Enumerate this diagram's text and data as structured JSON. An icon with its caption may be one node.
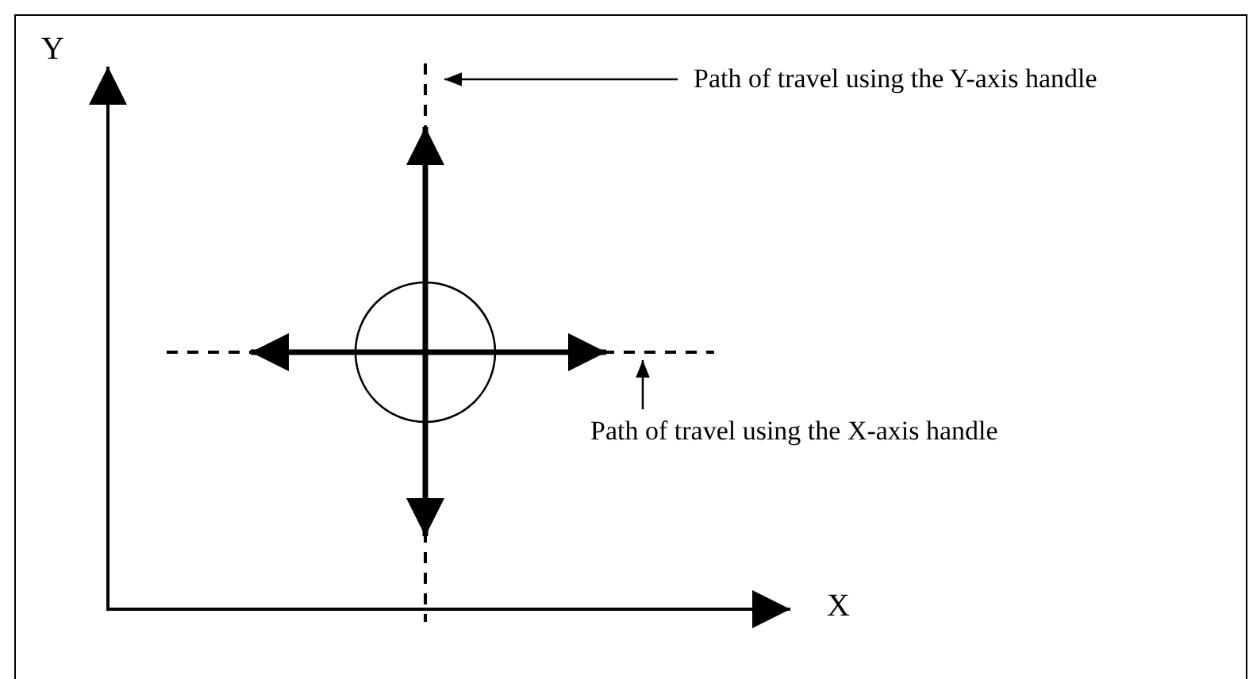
{
  "diagram": {
    "nodes": [
      {
        "text": [
          "Path of travel using the Y-axis handle"
        ]
      },
      {
        "text": [
          "Path of travel using the X-axis handle"
        ]
      }
    ],
    "edges": [
      {
        "from": 0,
        "to": null,
        "arrow": "to"
      },
      {
        "from": 1,
        "to": null,
        "arrow": "to"
      }
    ],
    "labels": [
      "Y",
      "X"
    ]
  }
}
